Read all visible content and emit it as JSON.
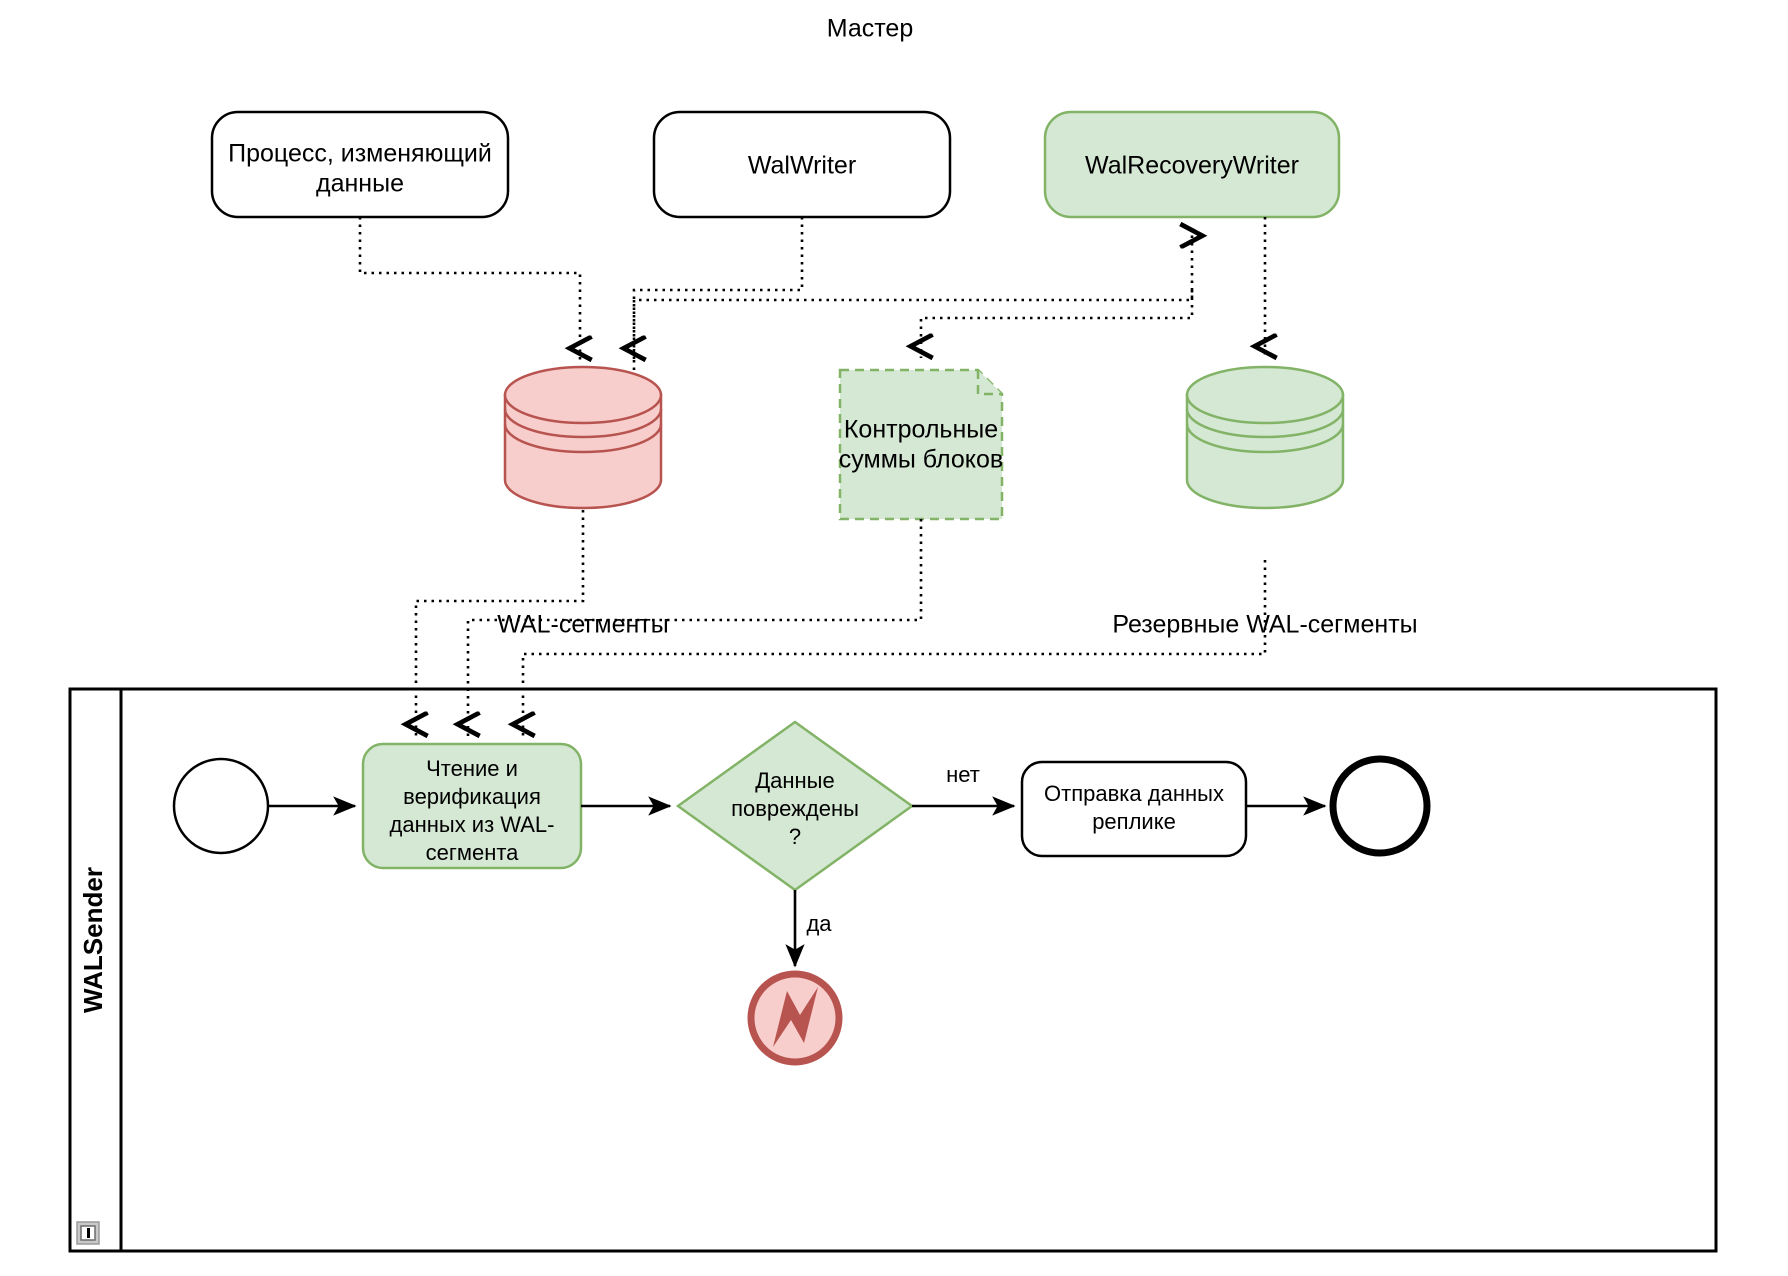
{
  "diagram": {
    "title": "Мастер",
    "type": "bpmn-process-diagram",
    "colors": {
      "green_fill": "#d5e8d4",
      "green_stroke": "#82b366",
      "pink_fill": "#f8cecc",
      "pink_stroke": "#b85450",
      "white_fill": "#ffffff",
      "black_stroke": "#000000"
    }
  },
  "top_nodes": [
    {
      "label_line1": "Процесс, изменяющий",
      "label_line2": "данные",
      "style": "white-rounded"
    },
    {
      "label_line1": "WalWriter",
      "label_line2": "",
      "style": "white-rounded"
    },
    {
      "label_line1": "WalRecoveryWriter",
      "label_line2": "",
      "style": "green-rounded"
    }
  ],
  "data_stores": [
    {
      "name": "wal-segments-store",
      "caption": "WAL-сегменты",
      "style": "pink-cylinder"
    },
    {
      "name": "block-checksums-note",
      "label_line1": "Контрольные",
      "label_line2": "суммы блоков",
      "style": "green-dashed-note"
    },
    {
      "name": "backup-wal-segments-store",
      "caption": "Резервные WAL-сегменты",
      "style": "green-cylinder"
    }
  ],
  "pool": {
    "lane_label": "WALSender",
    "corner_icon": "collapse-icon"
  },
  "flow": {
    "start_event": "start-event",
    "task_read_verify": {
      "lines": [
        "Чтение и",
        "верификация",
        "данных из WAL-",
        "сегмента"
      ],
      "style": "green-rounded"
    },
    "gateway": {
      "lines": [
        "Данные",
        "повреждены",
        "?"
      ],
      "style": "green-diamond"
    },
    "gateway_edge_no": "нет",
    "gateway_edge_yes": "да",
    "task_send": {
      "lines": [
        "Отправка данных",
        "реплике"
      ],
      "style": "white-rounded"
    },
    "end_event": "end-event",
    "error_event": "error-end-event"
  }
}
